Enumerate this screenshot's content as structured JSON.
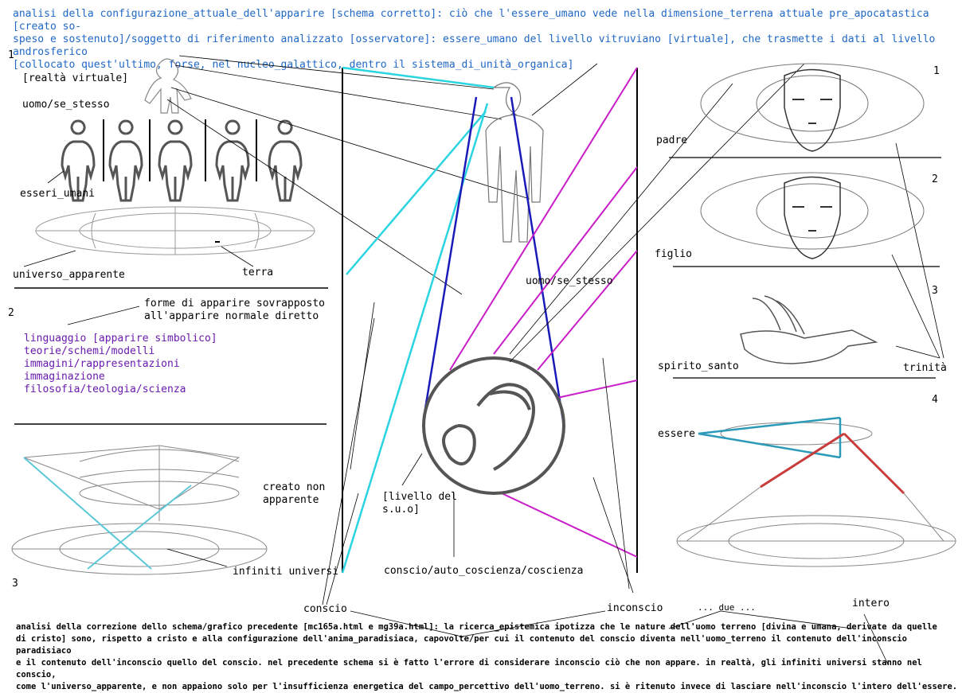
{
  "header": {
    "line1": "analisi della configurazione_attuale_dell'apparire [schema corretto]: ciò che l'essere_umano vede nella dimensione_terrena attuale pre_apocatastica [creato so-",
    "line2": "speso e sostenuto]/soggetto di riferimento analizzato [osservatore]: essere_umano del livello vitruviano [virtuale], che trasmette i dati al livello androsferico",
    "line3": "[collocato quest'ultimo, forse, nel nucleo_galattico, dentro il sistema_di_unità_organica]"
  },
  "left": {
    "num1": "1",
    "realta_virtuale": "[realtà virtuale]",
    "uomo_se_stesso": "uomo/se_stesso",
    "esseri_umani": "esseri_umani",
    "universo_apparente": "universo_apparente",
    "terra": "terra",
    "num2": "2",
    "forme_line1": "forme di apparire sovrapposto",
    "forme_line2": "all'apparire normale diretto",
    "list": [
      "linguaggio [apparire simbolico]",
      "teorie/schemi/modelli",
      "immagini/rappresentazioni",
      "immaginazione",
      "filosofia/teologia/scienza"
    ],
    "creato_line1": "creato non",
    "creato_line2": "apparente",
    "infiniti_universi": "infiniti universi",
    "num3": "3"
  },
  "center": {
    "uomo_se_stesso": "uomo/se_stesso",
    "livello_line1": "[livello del",
    "livello_line2": "s.u.o]",
    "conscio_auto": "conscio/auto_coscienza/coscienza",
    "conscio": "conscio",
    "inconscio": "inconscio",
    "due": "... due ...",
    "intero": "intero"
  },
  "right": {
    "num1": "1",
    "padre": "padre",
    "num2": "2",
    "figlio": "figlio",
    "num3": "3",
    "spirito_santo": "spirito_santo",
    "trinita": "trinità",
    "num4": "4",
    "essere": "essere"
  },
  "footer": {
    "line1": "analisi della correzione dello schema/grafico precedente [mc165a.html e mg39a.html]: la ricerca_epistemica ipotizza che le nature dell'uomo terreno [divina e umana, derivate da quelle",
    "line2": "di cristo] sono, rispetto a cristo e alla configurazione dell'anima_paradisiaca, capovolte/per cui il contenuto del conscio diventa nell'uomo_terreno il contenuto dell'inconscio paradisiaco",
    "line3": "e il contenuto dell'inconscio quello del conscio. nel precedente schema si è fatto l'errore di considerare inconscio ciò che non appare. in realtà, gli infiniti universi stanno nel conscio,",
    "line4": "come l'universo_apparente, e non appaiono solo per l'insufficienza energetica del campo_percettivo dell'uomo_terreno. si è ritenuto invece di lasciare nell'inconscio l'intero dell'essere."
  },
  "colors": {
    "header_text": "#1f67c8",
    "list_text": "#6a1ab0",
    "cyan_rays": "#2ad4e0",
    "blue_rays": "#1a1ab8",
    "magenta_rays": "#c81ec8",
    "red_ray": "#c83c3c"
  }
}
